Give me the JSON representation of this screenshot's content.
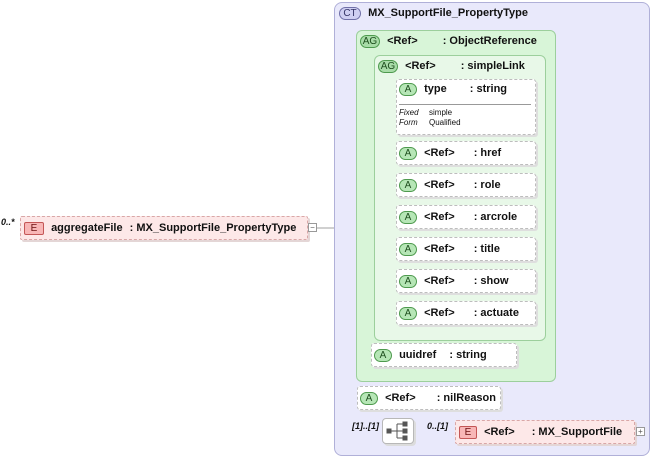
{
  "complex_type": {
    "badge": "CT",
    "name": "MX_SupportFile_PropertyType"
  },
  "root_element": {
    "badge": "E",
    "multiplicity": "0..*",
    "label": "aggregateFile",
    "type": ": MX_SupportFile_PropertyType",
    "toggle": "−"
  },
  "object_reference": {
    "badge": "AG",
    "ref": "<Ref>",
    "type": ": ObjectReference"
  },
  "simple_link": {
    "badge": "AG",
    "ref": "<Ref>",
    "type": ": simpleLink"
  },
  "type_attr": {
    "badge": "A",
    "name": "type",
    "type": ": string",
    "fixed_label": "Fixed",
    "fixed_value": "simple",
    "form_label": "Form",
    "form_value": "Qualified"
  },
  "link_attrs": [
    {
      "badge": "A",
      "ref": "<Ref>",
      "type": ": href"
    },
    {
      "badge": "A",
      "ref": "<Ref>",
      "type": ": role"
    },
    {
      "badge": "A",
      "ref": "<Ref>",
      "type": ": arcrole"
    },
    {
      "badge": "A",
      "ref": "<Ref>",
      "type": ": title"
    },
    {
      "badge": "A",
      "ref": "<Ref>",
      "type": ": show"
    },
    {
      "badge": "A",
      "ref": "<Ref>",
      "type": ": actuate"
    }
  ],
  "uuidref": {
    "badge": "A",
    "name": "uuidref",
    "type": ": string"
  },
  "nil_reason": {
    "badge": "A",
    "ref": "<Ref>",
    "type": ": nilReason"
  },
  "sequence": {
    "multiplicity": "[1]..[1]"
  },
  "support_file": {
    "badge": "E",
    "multiplicity": "0..[1]",
    "ref": "<Ref>",
    "type": ": MX_SupportFile",
    "toggle": "+"
  },
  "colors": {
    "ct_bg": "#e9e9fb",
    "ag_bg": "#d8f5d8",
    "element_bg": "#fde8e8"
  }
}
